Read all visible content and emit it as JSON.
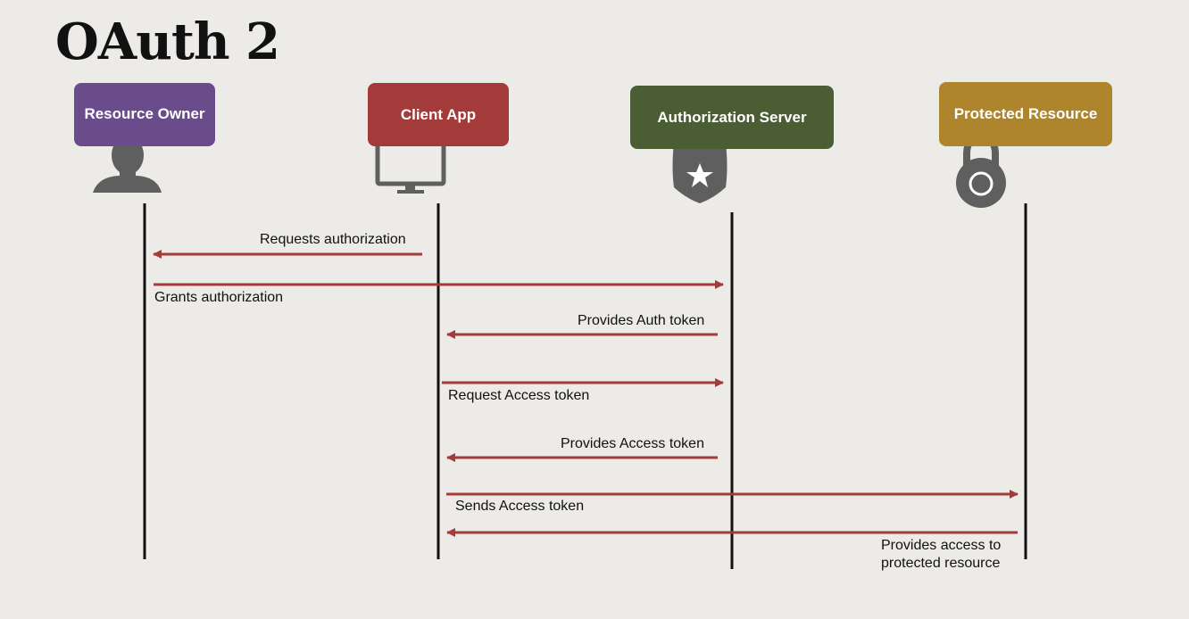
{
  "title": "OAuth 2",
  "colors": {
    "background": "#edebe7",
    "arrow": "#a33b3b",
    "lifeline": "#111111",
    "icon": "#5f5f5f"
  },
  "actors": [
    {
      "label": "Resource Owner",
      "color": "#6a4c8c",
      "icon": "person-icon"
    },
    {
      "label": "Client App",
      "color": "#a33b3b",
      "icon": "monitor-icon"
    },
    {
      "label": "Authorization Server",
      "color": "#4b5e33",
      "icon": "badge-star-icon"
    },
    {
      "label": "Protected Resource",
      "color": "#ae852c",
      "icon": "padlock-icon"
    }
  ],
  "messages": [
    {
      "label": "Requests authorization",
      "from": "Client App",
      "to": "Resource Owner"
    },
    {
      "label": "Grants authorization",
      "from": "Resource Owner",
      "to": "Authorization Server"
    },
    {
      "label": "Provides Auth token",
      "from": "Authorization Server",
      "to": "Client App"
    },
    {
      "label": "Request Access token",
      "from": "Client App",
      "to": "Authorization Server"
    },
    {
      "label": "Provides Access token",
      "from": "Authorization Server",
      "to": "Client App"
    },
    {
      "label": "Sends Access token",
      "from": "Client App",
      "to": "Protected Resource"
    },
    {
      "label": "Provides access to protected resource",
      "label_lines": [
        "Provides access to",
        "protected resource"
      ],
      "from": "Protected Resource",
      "to": "Client App"
    }
  ]
}
